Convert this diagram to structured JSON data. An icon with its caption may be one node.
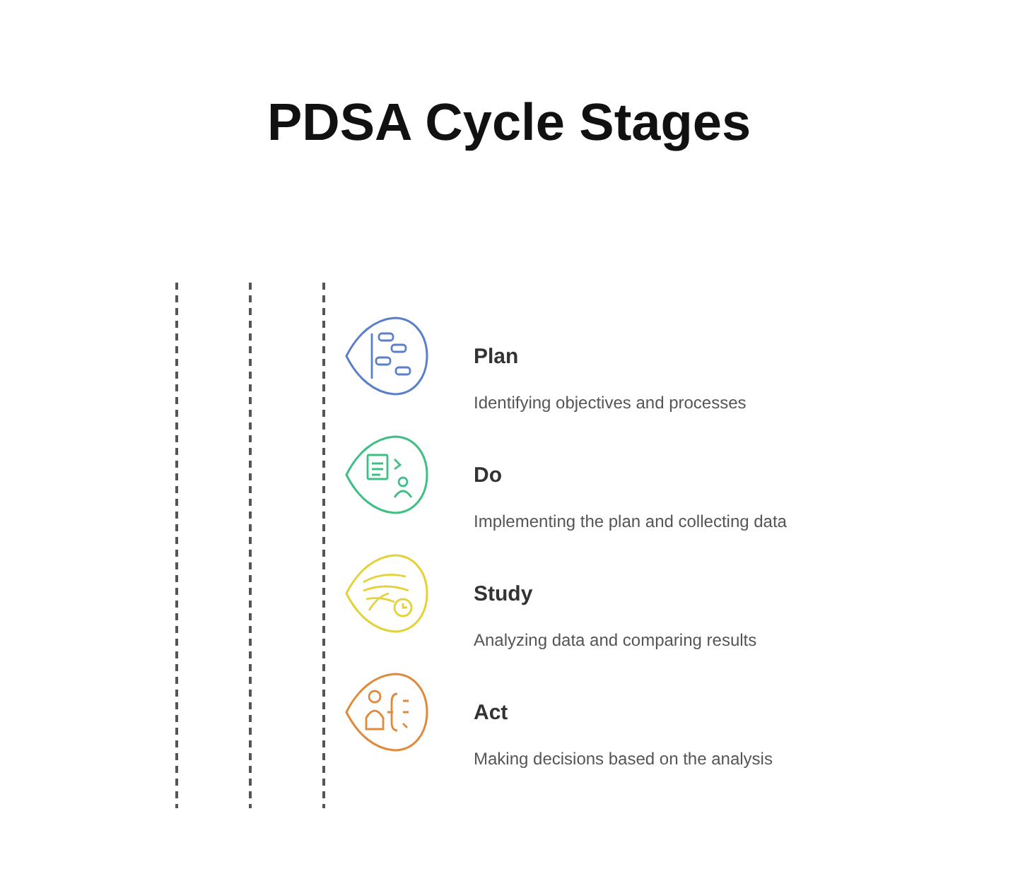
{
  "diagram": {
    "title": "PDSA Cycle Stages",
    "nodes": [
      {
        "text": [
          "Plan",
          "Identifying objectives and processes"
        ]
      },
      {
        "text": [
          "Do",
          "Implementing the plan and collecting data"
        ]
      },
      {
        "text": [
          "Study",
          "Analyzing data and comparing results"
        ]
      },
      {
        "text": [
          "Act",
          "Making decisions based on the analysis"
        ]
      }
    ]
  }
}
